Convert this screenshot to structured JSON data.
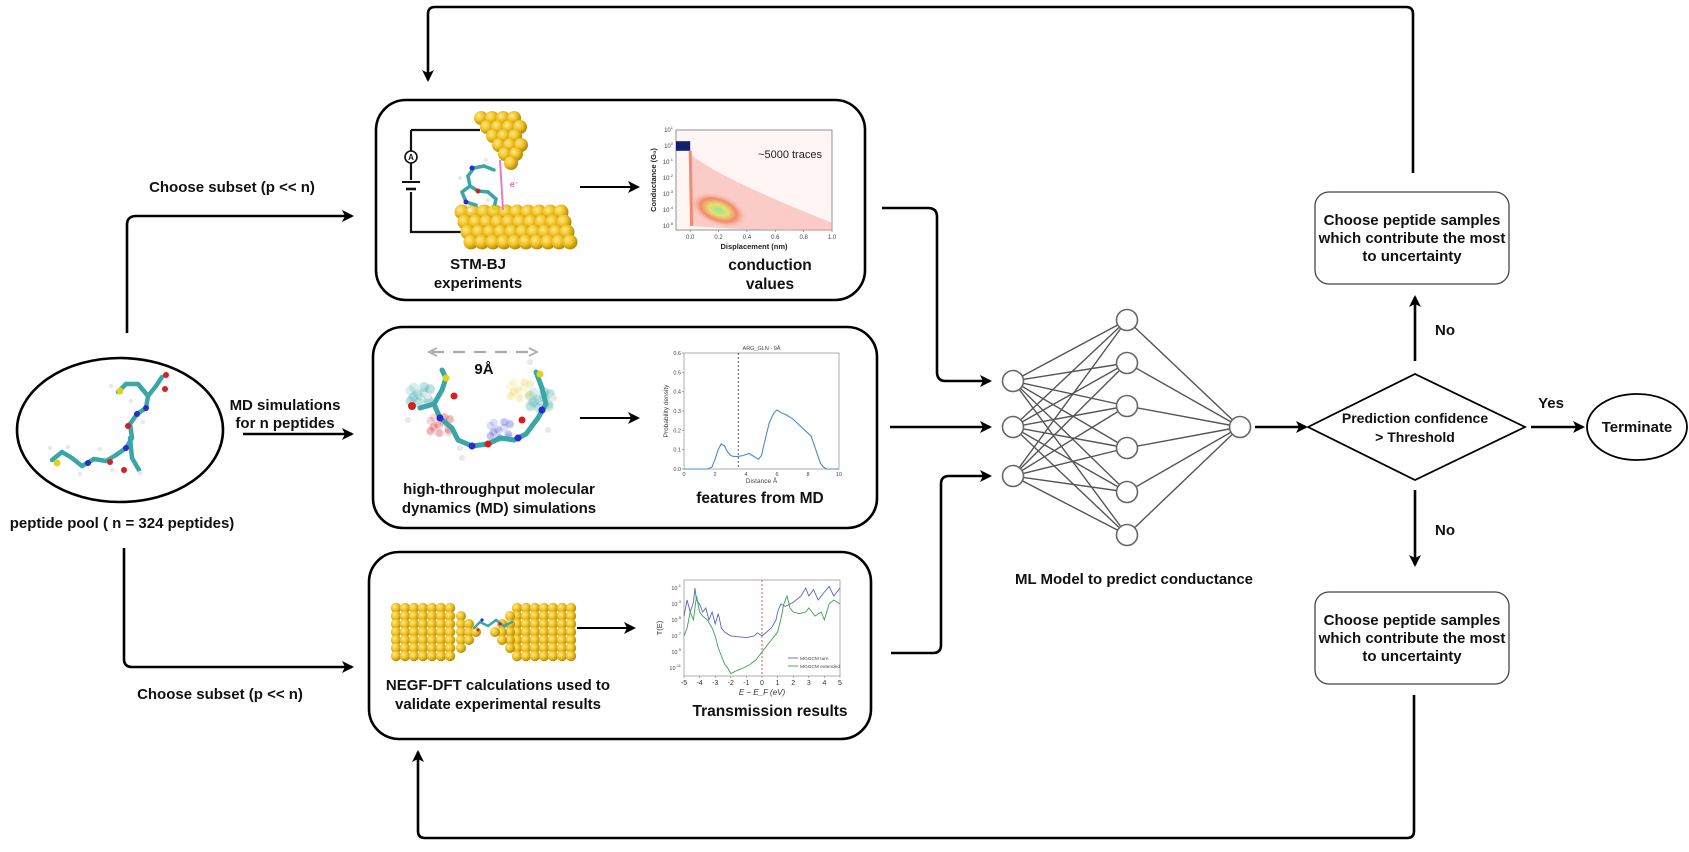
{
  "peptide_pool": {
    "label": "peptide pool ( n = 324 peptides)"
  },
  "edges": {
    "top_branch": "Choose subset (p << n)",
    "middle_branch_line1": "MD simulations",
    "middle_branch_line2": "for n peptides",
    "bottom_branch": "Choose subset (p << n)"
  },
  "panels": {
    "stm": {
      "caption_line1": "STM-BJ",
      "caption_line2": "experiments",
      "result_line1": "conduction",
      "result_line2": "values",
      "electron_label": "e⁻",
      "ammeter_label": "A"
    },
    "md": {
      "caption_line1": "high-throughput molecular",
      "caption_line2": "dynamics (MD) simulations",
      "distance_label": "9Å",
      "result_line1": "features from MD"
    },
    "negf": {
      "caption_line1": "NEGF-DFT calculations used to",
      "caption_line2": "validate experimental results",
      "result_line1": "Transmission results"
    }
  },
  "ml_model": {
    "label": "ML Model to predict conductance",
    "layers": [
      3,
      6,
      1
    ]
  },
  "decision": {
    "line1": "Prediction confidence",
    "line2": "> Threshold",
    "yes_label": "Yes",
    "no_up_label": "No",
    "no_down_label": "No"
  },
  "terminate": {
    "label": "Terminate"
  },
  "choose_top": {
    "line1": "Choose peptide samples",
    "line2": "which contribute the most",
    "line3": "to uncertainty"
  },
  "choose_bottom": {
    "line1": "Choose peptide samples",
    "line2": "which contribute the most",
    "line3": "to uncertainty"
  },
  "colors": {
    "gold": "#e8b21c",
    "gold_dark": "#b98a0a",
    "carbon": "#3aa6a6",
    "nitrogen": "#2a2ad0",
    "oxygen": "#d42020",
    "sulfur": "#e0d020",
    "hydrogen": "#e8e8e8",
    "pink_path": "#e37bc8",
    "md_line": "#4a8cc8",
    "trans_blue": "#5a64c8",
    "trans_green": "#3aa050",
    "fermi_red": "#e04040"
  },
  "chart_data": [
    {
      "type": "heatmap",
      "title": "",
      "annotation": "~5000 traces",
      "xlabel": "Displacement (nm)",
      "ylabel": "Conductance (G₀)",
      "xlim": [
        -0.1,
        1.0
      ],
      "x_ticks": [
        "0.0",
        "0.2",
        "0.4",
        "0.6",
        "0.8",
        "1.0"
      ],
      "y_ticks_exp": [
        1,
        0,
        -1,
        -2,
        -3,
        -4,
        -5
      ],
      "y_scale": "log",
      "features": [
        {
          "name": "gold contact plateau",
          "x": [
            -0.1,
            0.0
          ],
          "log_y": 0
        },
        {
          "name": "molecular plateau peak",
          "x": 0.2,
          "log_y": -4
        }
      ]
    },
    {
      "type": "line",
      "title": "ARG_GLN - 9Å",
      "xlabel": "Distance Å",
      "ylabel": "Probability density",
      "xlim": [
        0,
        10
      ],
      "ylim": [
        0,
        0.6
      ],
      "x_ticks": [
        0,
        2,
        4,
        6,
        8,
        10
      ],
      "y_ticks": [
        0.0,
        0.1,
        0.2,
        0.3,
        0.4,
        0.5,
        0.6
      ],
      "vline_x": 3.5,
      "x": [
        0,
        1.5,
        1.8,
        2.0,
        2.2,
        2.4,
        2.6,
        2.8,
        3.0,
        3.2,
        3.5,
        3.8,
        4.0,
        4.2,
        4.5,
        4.8,
        5.0,
        5.2,
        5.5,
        5.8,
        6.0,
        6.3,
        6.6,
        7.0,
        7.4,
        7.8,
        8.2,
        8.5,
        8.8,
        9.0,
        9.2,
        10
      ],
      "y": [
        0,
        0,
        0.01,
        0.05,
        0.1,
        0.13,
        0.12,
        0.09,
        0.07,
        0.065,
        0.065,
        0.07,
        0.075,
        0.08,
        0.065,
        0.05,
        0.07,
        0.14,
        0.24,
        0.29,
        0.305,
        0.29,
        0.28,
        0.26,
        0.23,
        0.2,
        0.17,
        0.1,
        0.03,
        0.01,
        0,
        0
      ]
    },
    {
      "type": "line",
      "title": "",
      "xlabel": "E − E_F (eV)",
      "ylabel": "T(E)",
      "xlim": [
        -5,
        5
      ],
      "y_scale": "log",
      "ylim_exp": [
        -12,
        0
      ],
      "x_ticks": [
        -5,
        -4,
        -3,
        -2,
        -1,
        0,
        1,
        2,
        3,
        4,
        5
      ],
      "y_ticks_exp": [
        -1,
        -3,
        -5,
        -7,
        -9,
        -11
      ],
      "vline_x": 0,
      "legend": [
        "MGGCM turn",
        "MGGCM extended"
      ],
      "legend_position": "bottom-right",
      "series": [
        {
          "name": "MGGCM turn",
          "x": [
            -5,
            -4.8,
            -4.6,
            -4.4,
            -4.3,
            -4.2,
            -4.0,
            -3.8,
            -3.6,
            -3.4,
            -3.2,
            -3.0,
            -2.8,
            -2.6,
            -2.4,
            -2.0,
            -1.5,
            -1.0,
            -0.5,
            -0.3,
            0,
            0.3,
            0.6,
            0.9,
            1.0,
            1.2,
            1.5,
            2.0,
            2.5,
            2.8,
            3.0,
            3.3,
            3.6,
            4.0,
            4.3,
            4.6,
            5.0
          ],
          "log_y": [
            -4.5,
            -2.5,
            -4,
            -2.8,
            -1,
            -2.5,
            -3,
            -4,
            -3.5,
            -5,
            -4,
            -5.5,
            -4.2,
            -6,
            -6.5,
            -7,
            -7.1,
            -7.2,
            -7,
            -6.6,
            -7,
            -6.5,
            -6,
            -5,
            -4,
            -3,
            -3.3,
            -2.8,
            -2,
            -1,
            -2,
            -1.2,
            -2.5,
            -1.5,
            -0.8,
            -2,
            -1
          ]
        },
        {
          "name": "MGGCM extended",
          "x": [
            -5,
            -4.8,
            -4.6,
            -4.4,
            -4.2,
            -4.0,
            -3.8,
            -3.5,
            -3.2,
            -3.0,
            -2.8,
            -2.6,
            -2.4,
            -2.2,
            -2.0,
            -1.6,
            -1.2,
            -0.8,
            -0.4,
            0,
            0.4,
            0.8,
            1.0,
            1.2,
            1.4,
            1.6,
            1.8,
            2.0,
            2.4,
            2.8,
            3.0,
            3.4,
            3.8,
            4.0,
            4.3,
            4.6,
            5.0
          ],
          "log_y": [
            -7,
            -6,
            -4,
            -5,
            -2,
            -4,
            -4.5,
            -5,
            -6,
            -7,
            -8.5,
            -9.5,
            -10.5,
            -11,
            -11.7,
            -11.3,
            -11,
            -10.6,
            -10,
            -9,
            -8,
            -7,
            -6.5,
            -5,
            -3,
            -2,
            -3.5,
            -4,
            -4.2,
            -4,
            -3.5,
            -4.5,
            -4,
            -5,
            -3,
            -2.5,
            -3
          ]
        }
      ]
    }
  ]
}
